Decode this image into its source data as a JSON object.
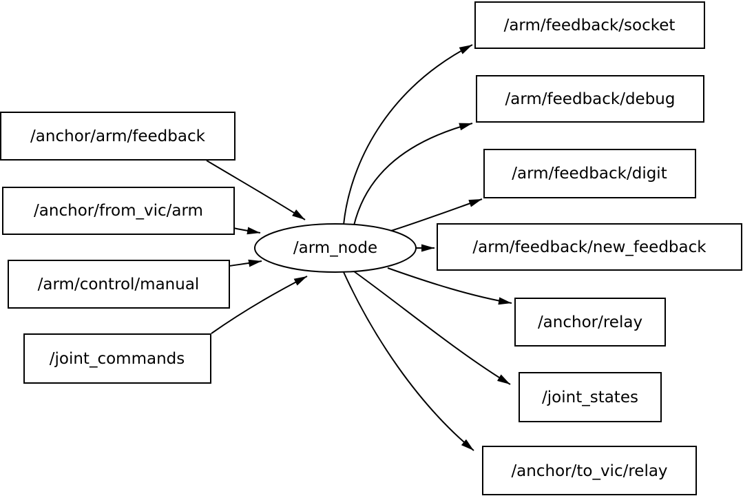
{
  "diagram": {
    "type": "ros-node-graph",
    "colors": {
      "background": "#ffffff",
      "node_fill": "#ffffff",
      "stroke": "#000000",
      "text": "#000000"
    },
    "node": {
      "label": "/arm_node",
      "shape": "ellipse"
    },
    "inputs": [
      {
        "label": "/anchor/arm/feedback"
      },
      {
        "label": "/anchor/from_vic/arm"
      },
      {
        "label": "/arm/control/manual"
      },
      {
        "label": "/joint_commands"
      }
    ],
    "outputs": [
      {
        "label": "/arm/feedback/socket"
      },
      {
        "label": "/arm/feedback/debug"
      },
      {
        "label": "/arm/feedback/digit"
      },
      {
        "label": "/arm/feedback/new_feedback"
      },
      {
        "label": "/anchor/relay"
      },
      {
        "label": "/joint_states"
      },
      {
        "label": "/anchor/to_vic/relay"
      }
    ],
    "edges": [
      {
        "from": "/anchor/arm/feedback",
        "to": "/arm_node"
      },
      {
        "from": "/anchor/from_vic/arm",
        "to": "/arm_node"
      },
      {
        "from": "/arm/control/manual",
        "to": "/arm_node"
      },
      {
        "from": "/joint_commands",
        "to": "/arm_node"
      },
      {
        "from": "/arm_node",
        "to": "/arm/feedback/socket"
      },
      {
        "from": "/arm_node",
        "to": "/arm/feedback/debug"
      },
      {
        "from": "/arm_node",
        "to": "/arm/feedback/digit"
      },
      {
        "from": "/arm_node",
        "to": "/arm/feedback/new_feedback"
      },
      {
        "from": "/arm_node",
        "to": "/anchor/relay"
      },
      {
        "from": "/arm_node",
        "to": "/joint_states"
      },
      {
        "from": "/arm_node",
        "to": "/anchor/to_vic/relay"
      }
    ]
  }
}
